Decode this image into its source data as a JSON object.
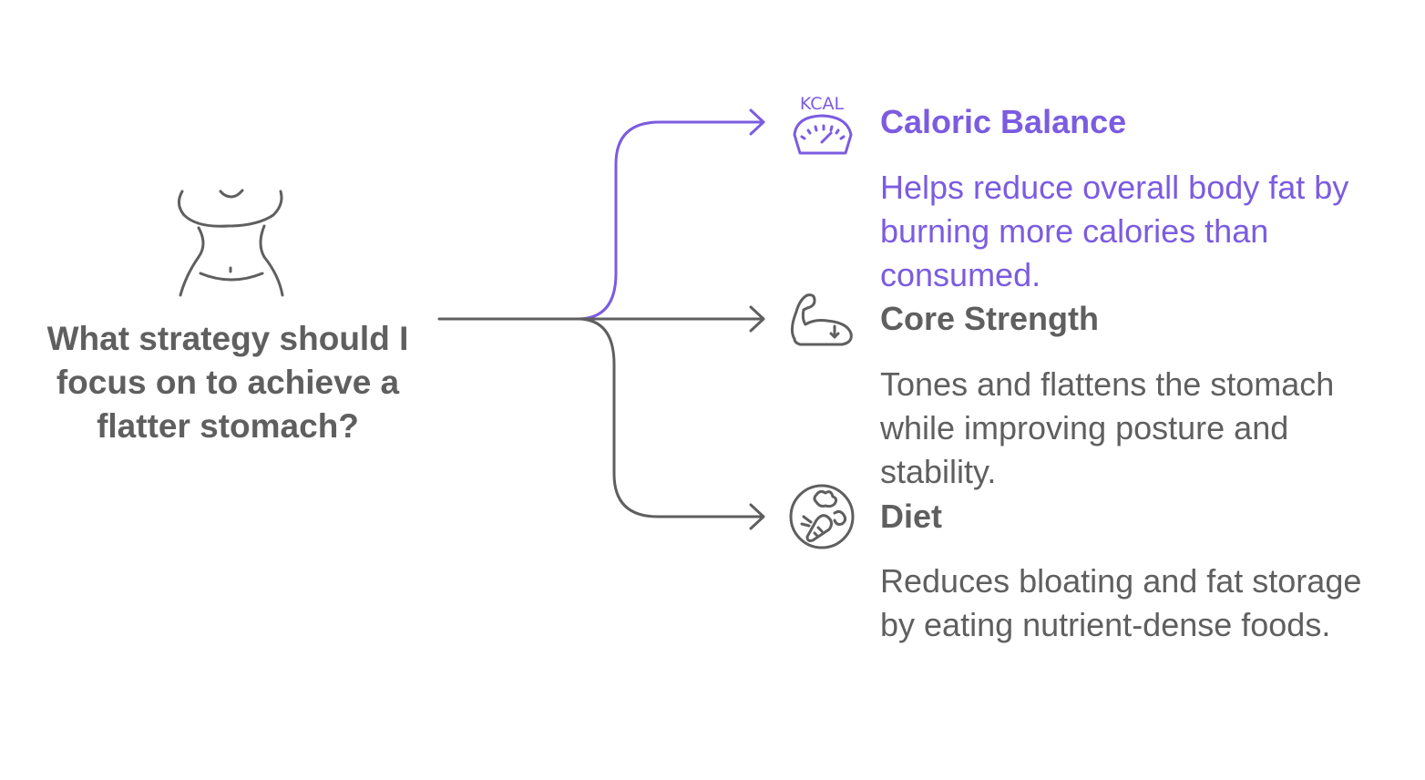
{
  "question": {
    "text": "What strategy should I focus on to achieve a flatter stomach?"
  },
  "branches": [
    {
      "title": "Caloric Balance",
      "description": "Helps reduce overall body fat by burning more calories than consumed.",
      "icon": "kcal-scale-icon",
      "icon_text": "KCAL",
      "color": "#7b5ce0"
    },
    {
      "title": "Core Strength",
      "description": "Tones and flattens the stomach while improving posture and stability.",
      "icon": "flexed-arm-icon",
      "color": "#5f5f5f"
    },
    {
      "title": "Diet",
      "description": "Reduces bloating and fat storage by eating nutrient-dense foods.",
      "icon": "vegetables-icon",
      "color": "#5f5f5f"
    }
  ],
  "colors": {
    "accent": "#7b5ce0",
    "neutral": "#5f5f5f"
  }
}
